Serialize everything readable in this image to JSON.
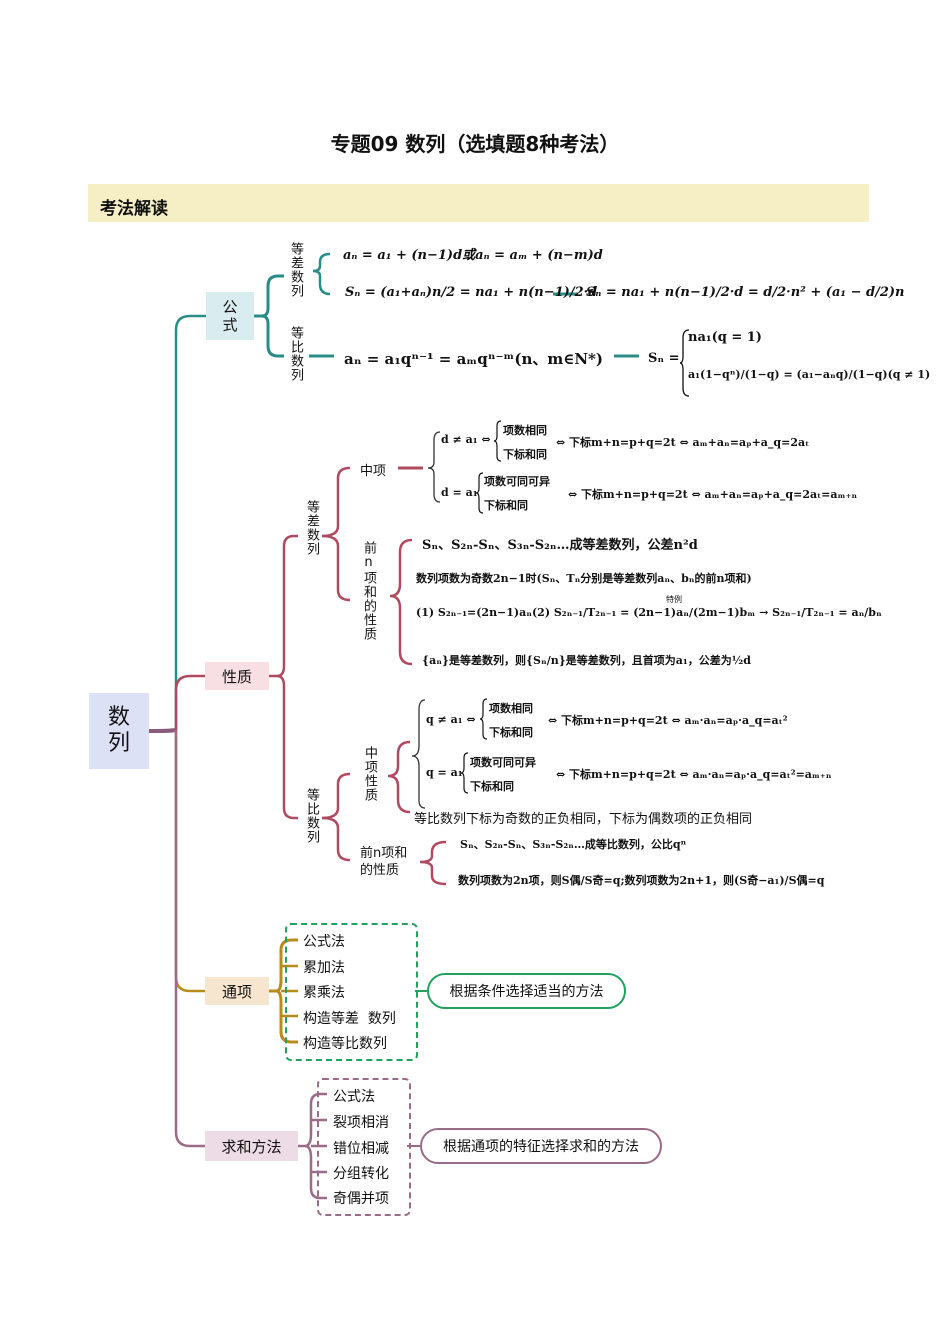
{
  "doc_title": "专题09 数列（选填题8种考法）",
  "section_label": "考法解读",
  "root_label": "数\n列",
  "nodes": {
    "gongshi": "公\n式",
    "xingzhi": "性质",
    "tongxiang": "通项",
    "qiuhe": "求和方法"
  },
  "gongshi": {
    "dengcha_label": "等差数列",
    "dengbi_label": "等比数列",
    "f1": "aₙ = a₁ + (n−1)d或aₙ = aₘ + (n−m)d",
    "f2": "Sₙ = (a₁+aₙ)n/2 = na₁ + n(n−1)/2·d",
    "f3": "Sₙ = na₁ + n(n−1)/2·d = d/2·n² + (a₁ − d/2)n",
    "f4": "aₙ = a₁qⁿ⁻¹ = aₘqⁿ⁻ᵐ(n、m∈N*)",
    "f5": "na₁(q = 1)",
    "f6": "a₁(1−qⁿ)/(1−q) = (a₁−aₙq)/(1−q)(q ≠ 1)",
    "sn": "Sₙ ="
  },
  "xingzhi": {
    "dengcha_label": "等差数列",
    "dengbi_label": "等比数列",
    "zhongxiang": "中项",
    "qianxiang": "前n项和的性质",
    "dc_mid_1a": "d ≠ a₁ ⇔",
    "dc_mid_1b": "项数相同",
    "dc_mid_1c": "下标和同",
    "dc_mid_1d": "⇔ 下标m+n=p+q=2t ⇔ aₘ+aₙ=aₚ+a_q=2aₜ",
    "dc_mid_2a": "d = a₁",
    "dc_mid_2b": "项数可同可异",
    "dc_mid_2c": "下标和同",
    "dc_mid_2d": "⇔ 下标m+n=p+q=2t ⇔ aₘ+aₙ=aₚ+a_q=2aₜ=aₘ₊ₙ",
    "dc_sum_1": "Sₙ、S₂ₙ-Sₙ、S₃ₙ-S₂ₙ…成等差数列，公差n²d",
    "dc_sum_2": "数列项数为奇数2n−1时(Sₙ、Tₙ分别是等差数列aₙ、bₙ的前n项和)",
    "dc_sum_3": "(1) S₂ₙ₋₁=(2n−1)aₙ(2) S₂ₙ₋₁/T₂ₙ₋₁ = (2n−1)aₙ/(2m−1)bₘ → S₂ₙ₋₁/T₂ₙ₋₁ = aₙ/bₙ",
    "dc_sum_arrow": "特例",
    "dc_sum_4": "{aₙ}是等差数列，则{Sₙ/n}是等差数列，且首项为a₁，公差为½d",
    "db_zhong": "中项性质",
    "db_qian": "前n项和的性质",
    "db_mid_1a": "q ≠ a₁ ⇔",
    "db_mid_1b": "项数相同",
    "db_mid_1c": "下标和同",
    "db_mid_1d": "⇔ 下标m+n=p+q=2t ⇔ aₘ·aₙ=aₚ·a_q=aₜ²",
    "db_mid_2a": "q = a₁",
    "db_mid_2b": "项数可同可异",
    "db_mid_2c": "下标和同",
    "db_mid_2d": "⇔ 下标m+n=p+q=2t ⇔ aₘ·aₙ=aₚ·a_q=aₜ²=aₘ₊ₙ",
    "db_mid_3": "等比数列下标为奇数的正负相同，下标为偶数项的正负相同",
    "db_sum_1": "Sₙ、S₂ₙ-Sₙ、S₃ₙ-S₂ₙ…成等比数列，公比qⁿ",
    "db_sum_2": "数列项数为2n项，则S偶/S奇=q;数列项数为2n+1，则(S奇−a₁)/S偶=q"
  },
  "tongxiang": {
    "items": [
      "公式法",
      "累加法",
      "累乘法",
      "构造等差  数列",
      "构造等比数列"
    ],
    "note": "根据条件选择适当的方法"
  },
  "qiuhe": {
    "items": [
      "公式法",
      "裂项相消",
      "错位相减",
      "分组转化",
      "奇偶并项"
    ],
    "note": "根据通项的特征选择求和的方法"
  },
  "colors": {
    "teal": "#2a8c86",
    "rose": "#b04a60",
    "gold": "#b98a1c",
    "mauve": "#9a6b88",
    "green": "#1fa25d"
  }
}
